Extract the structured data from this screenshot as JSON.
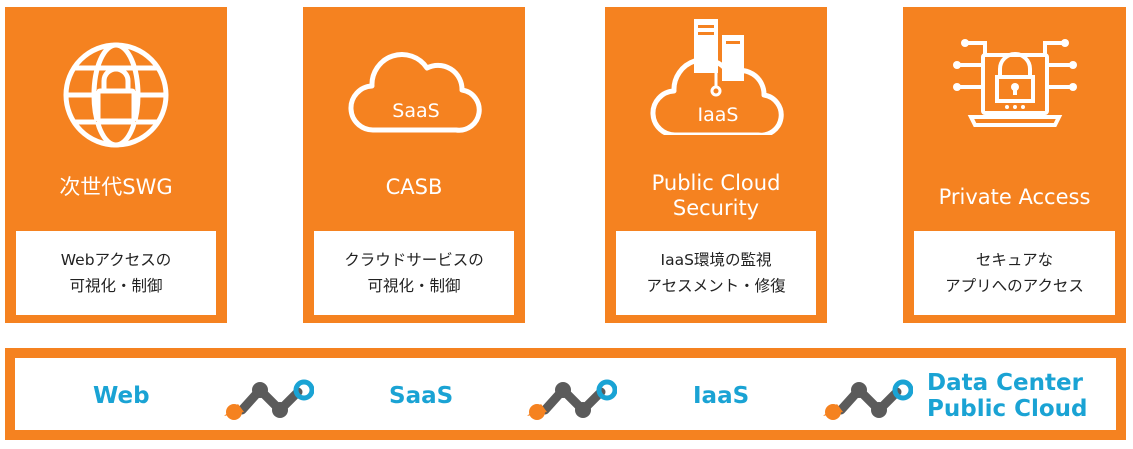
{
  "colors": {
    "accent": "#f58220",
    "connector_dark": "#5b5b5b",
    "connector_blue": "#1aa3d4"
  },
  "cards": [
    {
      "icon": "globe-lock-icon",
      "title": "次世代SWG",
      "desc": "Webアクセスの\n可視化・制御"
    },
    {
      "icon": "cloud-saas-icon",
      "icon_text": "SaaS",
      "title": "CASB",
      "desc": "クラウドサービスの\n可視化・制御"
    },
    {
      "icon": "cloud-servers-iaas-icon",
      "icon_text": "IaaS",
      "title": "Public Cloud\nSecurity",
      "desc": "IaaS環境の監視\nアセスメント・修復"
    },
    {
      "icon": "laptop-network-lock-icon",
      "title": "Private  Access",
      "desc": "セキュアな\nアプリへのアクセス"
    }
  ],
  "bar": {
    "items": [
      "Web",
      "SaaS",
      "IaaS",
      "Data Center\nPublic Cloud"
    ],
    "connector_icon": "connector-link-icon"
  }
}
